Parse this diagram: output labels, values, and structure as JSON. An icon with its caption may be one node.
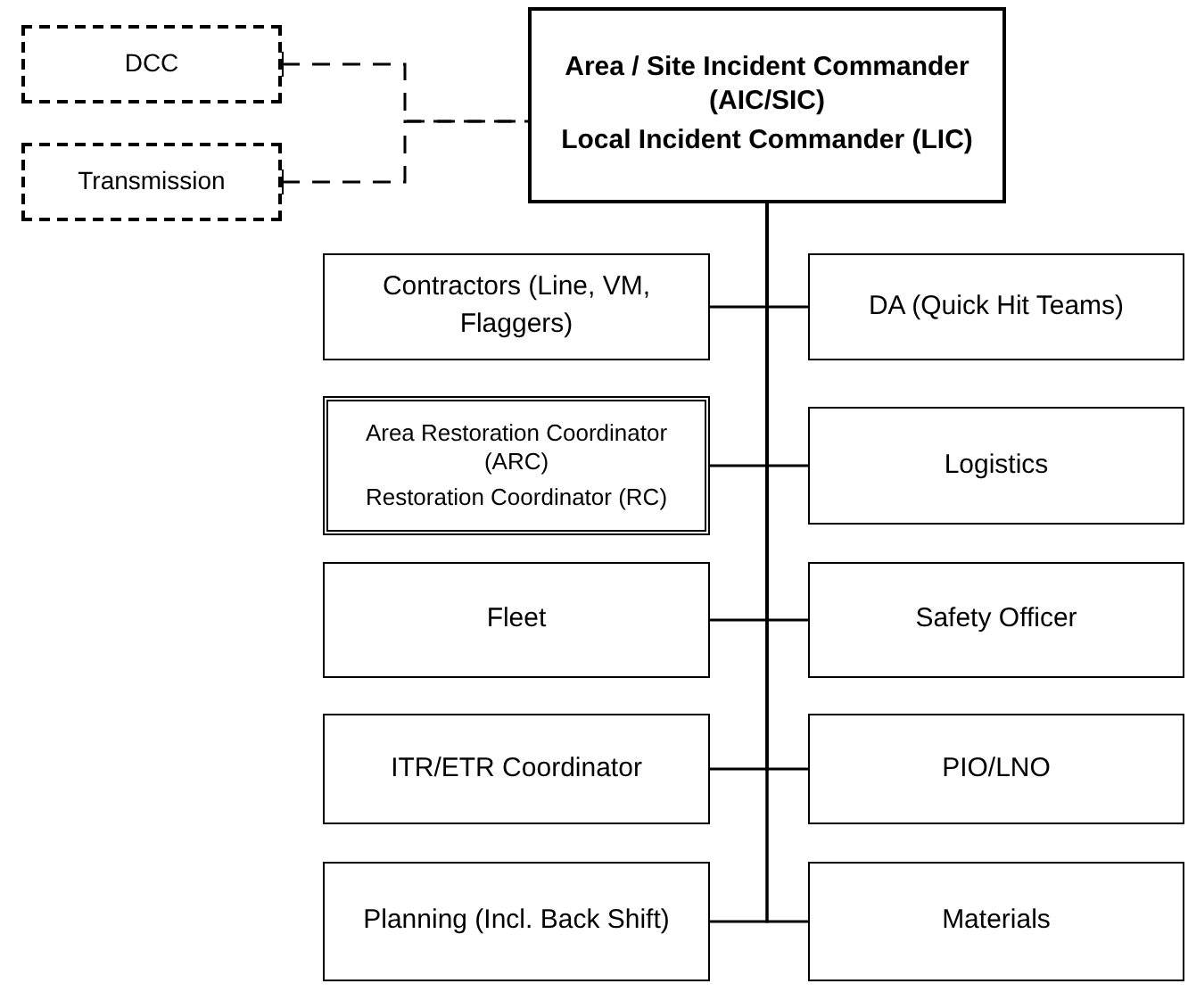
{
  "diagram": {
    "nodes": [
      {
        "text": [
          "DCC"
        ]
      },
      {
        "text": [
          "Transmission"
        ]
      },
      {
        "text": [
          "Area / Site Incident Commander (AIC/SIC)",
          "Local Incident Commander (LIC)"
        ]
      },
      {
        "text": [
          "Contractors (Line, VM, Flaggers)"
        ]
      },
      {
        "text": [
          "DA (Quick Hit Teams)"
        ]
      },
      {
        "text": [
          "Area Restoration Coordinator (ARC)",
          "Restoration Coordinator (RC)"
        ]
      },
      {
        "text": [
          "Logistics"
        ]
      },
      {
        "text": [
          "Fleet"
        ]
      },
      {
        "text": [
          "Safety Officer"
        ]
      },
      {
        "text": [
          "ITR/ETR Coordinator"
        ]
      },
      {
        "text": [
          "PIO/LNO"
        ]
      },
      {
        "text": [
          "Planning (Incl. Back Shift)"
        ]
      },
      {
        "text": [
          "Materials"
        ]
      }
    ],
    "edges": [
      {
        "from": 0,
        "to": 2,
        "arrow": "other",
        "style": "dashed"
      },
      {
        "from": 1,
        "to": 2,
        "arrow": "other",
        "style": "dashed"
      },
      {
        "from": 2,
        "to": 3,
        "arrow": "none"
      },
      {
        "from": 2,
        "to": 4,
        "arrow": "none"
      },
      {
        "from": 2,
        "to": 5,
        "arrow": "none"
      },
      {
        "from": 2,
        "to": 6,
        "arrow": "none"
      },
      {
        "from": 2,
        "to": 7,
        "arrow": "none"
      },
      {
        "from": 2,
        "to": 8,
        "arrow": "none"
      },
      {
        "from": 2,
        "to": 9,
        "arrow": "none"
      },
      {
        "from": 2,
        "to": 10,
        "arrow": "none"
      },
      {
        "from": 2,
        "to": 11,
        "arrow": "none"
      },
      {
        "from": 2,
        "to": 12,
        "arrow": "none"
      }
    ]
  }
}
